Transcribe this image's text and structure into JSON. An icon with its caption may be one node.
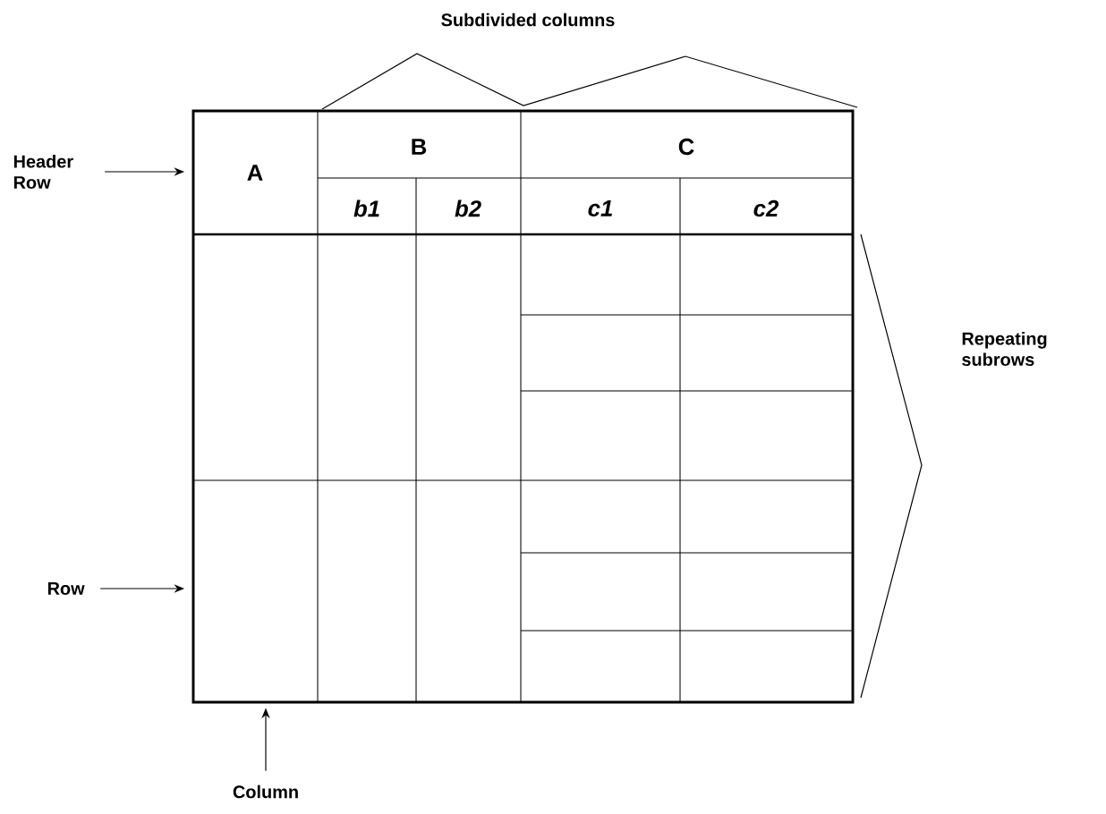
{
  "diagram": {
    "nodes": [
      {
        "text": [
          "Header Row"
        ]
      },
      {
        "text": [
          "Row"
        ]
      },
      {
        "text": [
          "Column"
        ]
      },
      {
        "text": [],
        "shape": "box"
      }
    ],
    "edges": [
      {
        "from": 0,
        "to": 3,
        "arrow": "to"
      },
      {
        "from": 1,
        "to": 3,
        "arrow": "to"
      },
      {
        "from": 2,
        "to": 3,
        "arrow": "to"
      }
    ],
    "labels": [
      "Subdivided columns",
      "A",
      "B",
      "C",
      "b1",
      "b2",
      "c1",
      "c2",
      "Repeating subrows"
    ]
  }
}
